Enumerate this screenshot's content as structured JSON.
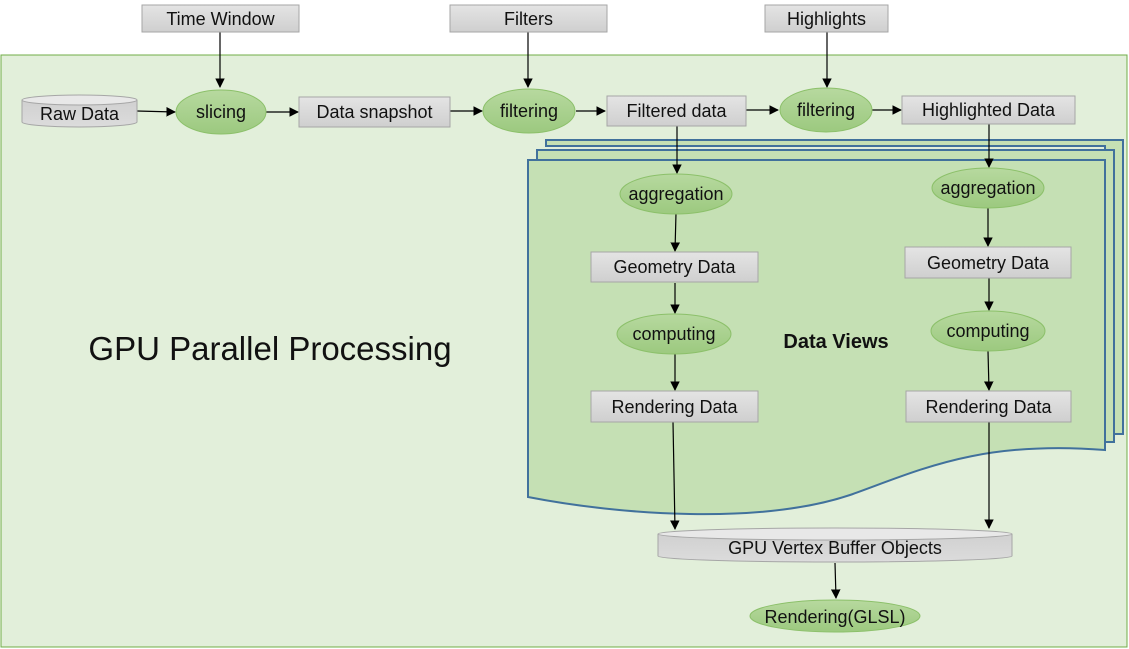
{
  "inputs": {
    "time_window": "Time Window",
    "filters": "Filters",
    "highlights": "Highlights"
  },
  "region_label": "GPU Parallel Processing",
  "views_label": "Data Views",
  "pipeline": {
    "raw_data": "Raw Data",
    "slicing": "slicing",
    "data_snapshot": "Data snapshot",
    "filtering_1": "filtering",
    "filtered_data": "Filtered data",
    "filtering_2": "filtering",
    "highlighted_data": "Highlighted Data"
  },
  "left_view": {
    "aggregation": "aggregation",
    "geometry": "Geometry Data",
    "computing": "computing",
    "rendering": "Rendering Data"
  },
  "right_view": {
    "aggregation": "aggregation",
    "geometry": "Geometry Data",
    "computing": "computing",
    "rendering": "Rendering Data"
  },
  "vbo": "GPU Vertex Buffer Objects",
  "render_glsl": "Rendering(GLSL)",
  "colors": {
    "region_fill": "#e2efda",
    "region_stroke": "#70ad47",
    "views_fill": "#c5e0b4",
    "views_stroke": "#41719c",
    "box_fill": "#d9d9d9",
    "box_stroke": "#a6a6a6",
    "ellipse_fill": "#a9d18e"
  }
}
